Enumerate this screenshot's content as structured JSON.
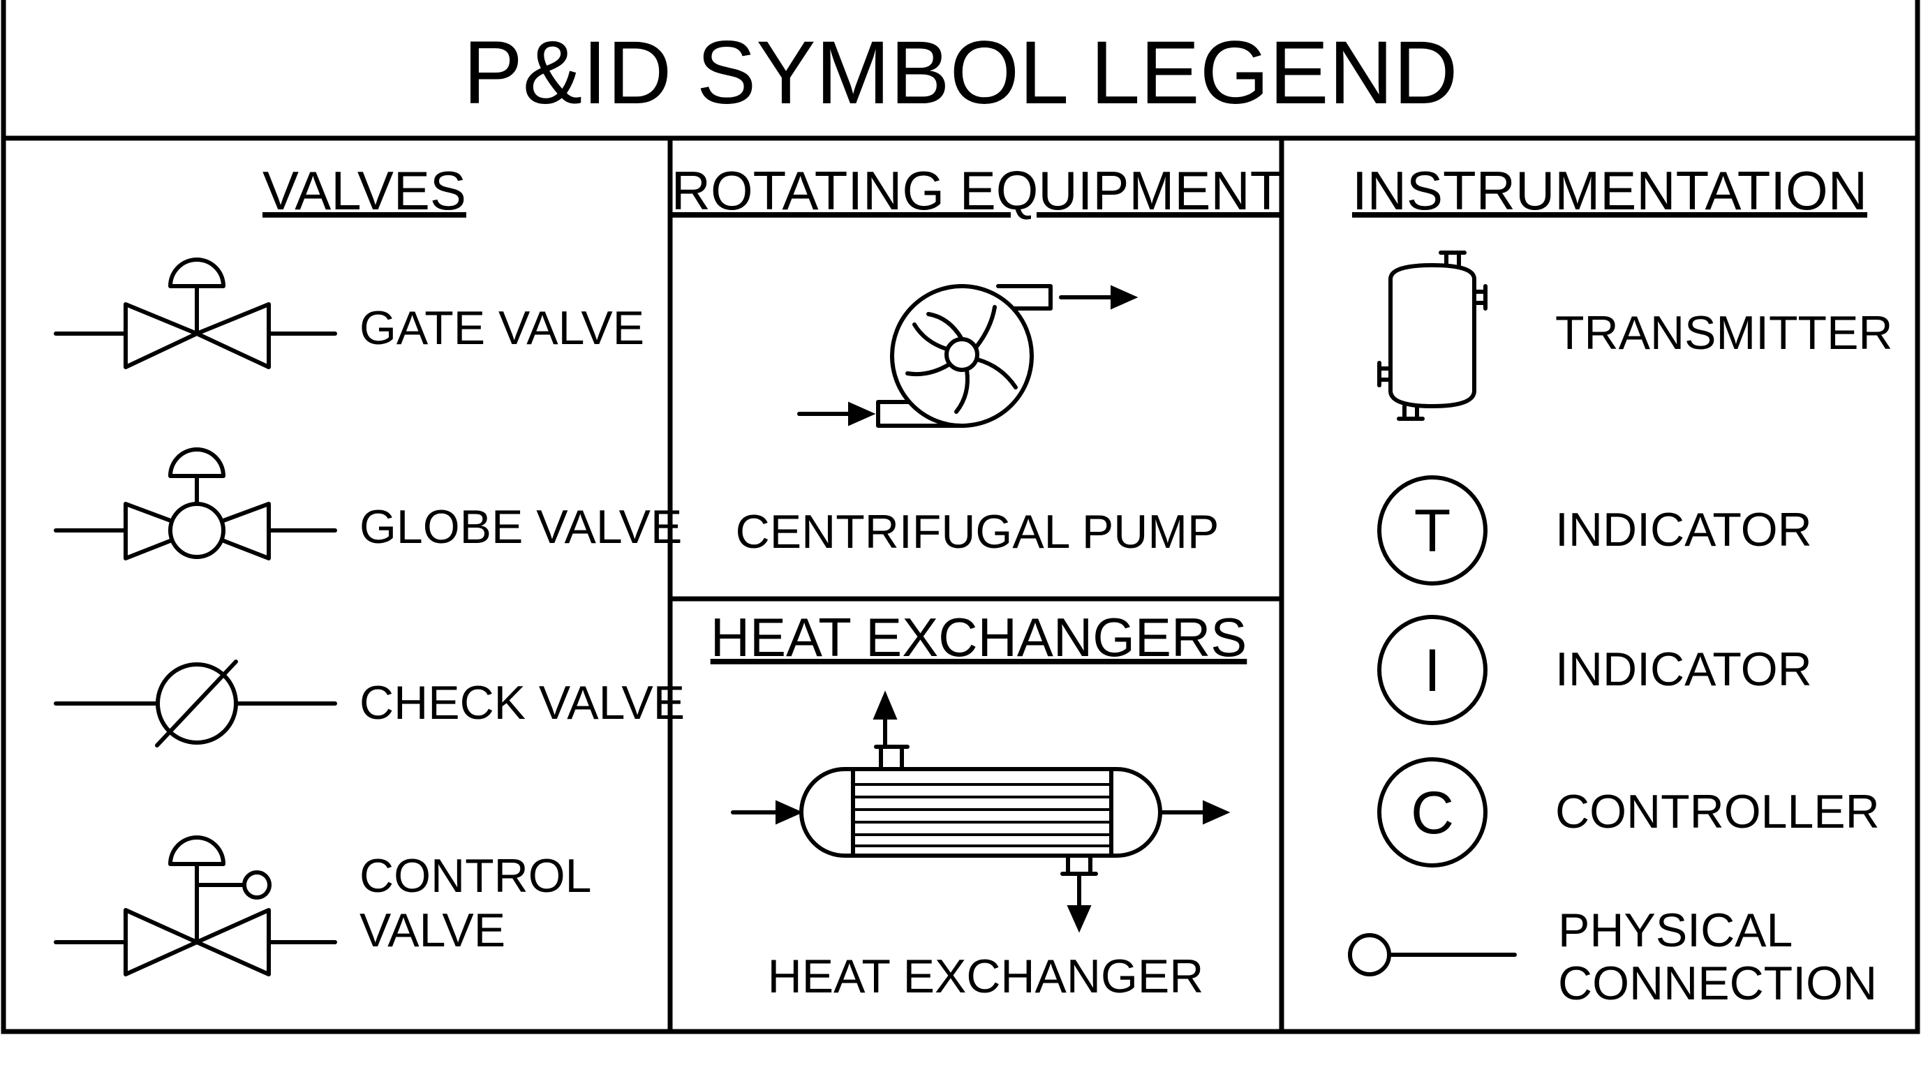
{
  "title": "P&ID SYMBOL LEGEND",
  "sections": {
    "valves": {
      "heading": "VALVES",
      "items": [
        {
          "label": "GATE VALVE"
        },
        {
          "label": "GLOBE VALVE"
        },
        {
          "label": "CHECK VALVE"
        },
        {
          "label_lines": [
            "CONTROL",
            "VALVE"
          ]
        }
      ]
    },
    "rotating": {
      "heading": "ROTATING EQUIPMENT",
      "items": [
        {
          "label": "CENTRIFUGAL PUMP"
        }
      ]
    },
    "heat_exchangers": {
      "heading": "HEAT EXCHANGERS",
      "items": [
        {
          "label": "HEAT EXCHANGER"
        }
      ]
    },
    "instrumentation": {
      "heading": "INSTRUMENTATION",
      "items": [
        {
          "label": "TRANSMITTER"
        },
        {
          "label": "INDICATOR",
          "letter": "T"
        },
        {
          "label": "INDICATOR",
          "letter": "I"
        },
        {
          "label": "CONTROLLER",
          "letter": "C"
        },
        {
          "label_lines": [
            "PHYSICAL",
            "CONNECTION"
          ]
        }
      ]
    }
  }
}
